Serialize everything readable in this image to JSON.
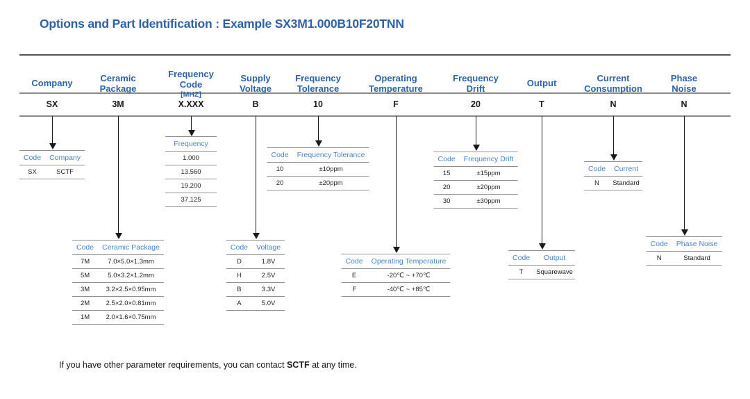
{
  "title": "Options and Part Identification :  Example SX3M1.000B10F20TNN",
  "footer": {
    "before": "If you have other parameter requirements, you can contact ",
    "highlight": "SCTF",
    "after": " at any time."
  },
  "colors": {
    "header_blue": "#2E62A8",
    "table_header_blue": "#4A86C8",
    "rule_gray": "#8a8a8a",
    "text_dark": "#1a1a1a"
  },
  "columns": [
    {
      "header": "Company",
      "value": "SX"
    },
    {
      "header": "Ceramic\nPackage",
      "value": "3M"
    },
    {
      "header": "Frequency\nCode",
      "unit": "[MHZ]",
      "value": "X.XXX"
    },
    {
      "header": "Supply\nVoltage",
      "value": "B"
    },
    {
      "header": "Frequency\nTolerance",
      "value": "10"
    },
    {
      "header": "Operating\nTemperature",
      "value": "F"
    },
    {
      "header": "Frequency\nDrift",
      "value": "20"
    },
    {
      "header": "Output",
      "value": "T"
    },
    {
      "header": "Current\nConsumption",
      "value": "N"
    },
    {
      "header": "Phase\nNoise",
      "value": "N"
    }
  ],
  "tables": {
    "company": {
      "headers": [
        "Code",
        "Company"
      ],
      "rows": [
        [
          "SX",
          "SCTF"
        ]
      ]
    },
    "ceramic_package": {
      "headers": [
        "Code",
        "Ceramic Package"
      ],
      "rows": [
        [
          "7M",
          "7.0×5.0×1.3mm"
        ],
        [
          "5M",
          "5.0×3.2×1.2mm"
        ],
        [
          "3M",
          "3.2×2.5×0.95mm"
        ],
        [
          "2M",
          "2.5×2.0×0.81mm"
        ],
        [
          "1M",
          "2.0×1.6×0.75mm"
        ]
      ]
    },
    "frequency": {
      "headers": [
        "Frequency"
      ],
      "rows": [
        [
          "1.000"
        ],
        [
          "13.560"
        ],
        [
          "19.200"
        ],
        [
          "37.125"
        ]
      ]
    },
    "voltage": {
      "headers": [
        "Code",
        "Voltage"
      ],
      "rows": [
        [
          "D",
          "1.8V"
        ],
        [
          "H",
          "2.5V"
        ],
        [
          "B",
          "3.3V"
        ],
        [
          "A",
          "5.0V"
        ]
      ]
    },
    "frequency_tolerance": {
      "headers": [
        "Code",
        "Frequency Tolerance"
      ],
      "rows": [
        [
          "10",
          "±10ppm"
        ],
        [
          "20",
          "±20ppm"
        ]
      ]
    },
    "operating_temperature": {
      "headers": [
        "Code",
        "Operating Temperature"
      ],
      "rows": [
        [
          "E",
          "-20℃ ~ +70℃"
        ],
        [
          "F",
          "-40℃ ~ +85℃"
        ]
      ]
    },
    "frequency_drift": {
      "headers": [
        "Code",
        "Frequency Drift"
      ],
      "rows": [
        [
          "15",
          "±15ppm"
        ],
        [
          "20",
          "±20ppm"
        ],
        [
          "30",
          "±30ppm"
        ]
      ]
    },
    "output": {
      "headers": [
        "Code",
        "Output"
      ],
      "rows": [
        [
          "T",
          "Squarewave"
        ]
      ]
    },
    "current": {
      "headers": [
        "Code",
        "Current"
      ],
      "rows": [
        [
          "N",
          "Standard"
        ]
      ]
    },
    "phase_noise": {
      "headers": [
        "Code",
        "Phase Noise"
      ],
      "rows": [
        [
          "N",
          "Standard"
        ]
      ]
    }
  }
}
